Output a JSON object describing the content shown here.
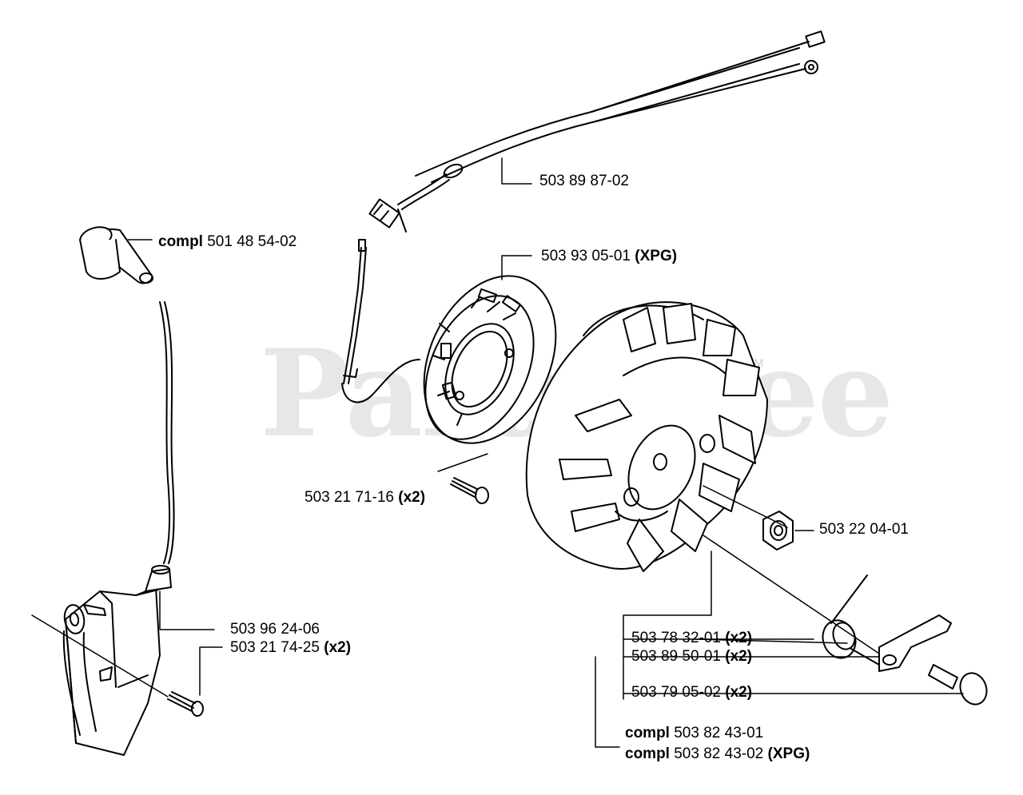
{
  "watermark": {
    "text": "PartsTree",
    "tm": "TM"
  },
  "callouts": [
    {
      "id": "wire-harness",
      "prefix": "",
      "number": "503 89 87-02",
      "suffix": ""
    },
    {
      "id": "spark-cap",
      "prefix": "compl",
      "number": "501 48 54-02",
      "suffix": ""
    },
    {
      "id": "stator",
      "prefix": "",
      "number": "503 93 05-01",
      "suffix": "(XPG)"
    },
    {
      "id": "stator-screw",
      "prefix": "",
      "number": "503 21 71-16",
      "suffix": "(x2)"
    },
    {
      "id": "nut",
      "prefix": "",
      "number": "503 22 04-01",
      "suffix": ""
    },
    {
      "id": "ignition-module",
      "prefix": "",
      "number": "503 96 24-06",
      "suffix": ""
    },
    {
      "id": "module-screw",
      "prefix": "",
      "number": "503 21 74-25",
      "suffix": "(x2)"
    },
    {
      "id": "pawl-spring",
      "prefix": "",
      "number": "503 78 32-01",
      "suffix": "(x2)"
    },
    {
      "id": "pawl",
      "prefix": "",
      "number": "503 89 50-01",
      "suffix": "(x2)"
    },
    {
      "id": "pawl-bolt",
      "prefix": "",
      "number": "503 79 05-02",
      "suffix": "(x2)"
    },
    {
      "id": "flywheel-a",
      "prefix": "compl",
      "number": "503 82 43-01",
      "suffix": ""
    },
    {
      "id": "flywheel-b",
      "prefix": "compl",
      "number": "503 82 43-02",
      "suffix": "(XPG)"
    }
  ]
}
